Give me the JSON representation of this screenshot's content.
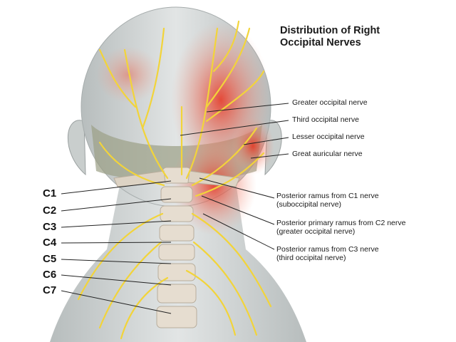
{
  "title": {
    "line1": "Distribution of Right",
    "line2": "Occipital Nerves"
  },
  "nerve_labels": [
    "Greater occipital nerve",
    "Third occipital nerve",
    "Lesser occipital nerve",
    "Great auricular nerve"
  ],
  "ramus_labels": [
    {
      "line1": "Posterior ramus from C1 nerve",
      "line2": "(suboccipital nerve)"
    },
    {
      "line1": "Posterior primary ramus from C2 nerve",
      "line2": "(greater occipital nerve)"
    },
    {
      "line1": "Posterior ramus from C3 nerve",
      "line2": "(third occipital nerve)"
    }
  ],
  "vertebra_labels": [
    "C1",
    "C2",
    "C3",
    "C4",
    "C5",
    "C6",
    "C7"
  ],
  "colors": {
    "skin": "#d8dcdc",
    "skin_shadow": "#b9bebe",
    "hair": "#8a8f75",
    "nerve": "#f2d43a",
    "pain_red": "#e8321e",
    "pain_glow": "#f4a08a",
    "bone": "#e6ddd0",
    "leader": "#222222"
  }
}
